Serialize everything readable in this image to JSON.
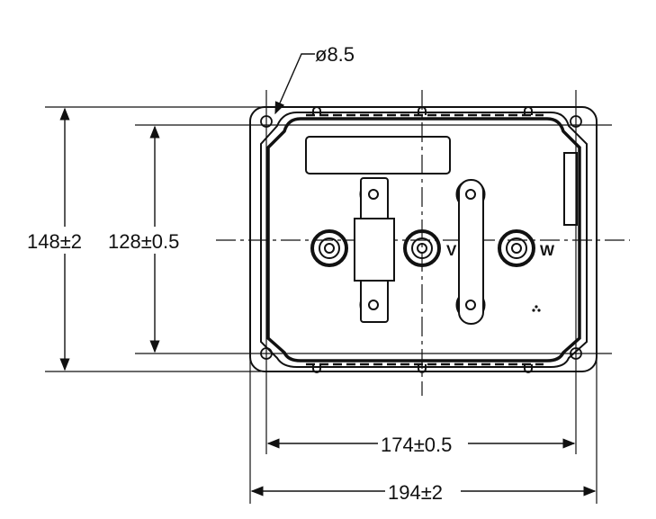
{
  "dimensions": {
    "hole_diameter": "ø8.5",
    "outer_height": "148±2",
    "hole_spacing_height": "128±0.5",
    "hole_spacing_width": "174±0.5",
    "outer_width": "194±2"
  },
  "terminals": {
    "v_label": "V",
    "w_label": "W"
  }
}
